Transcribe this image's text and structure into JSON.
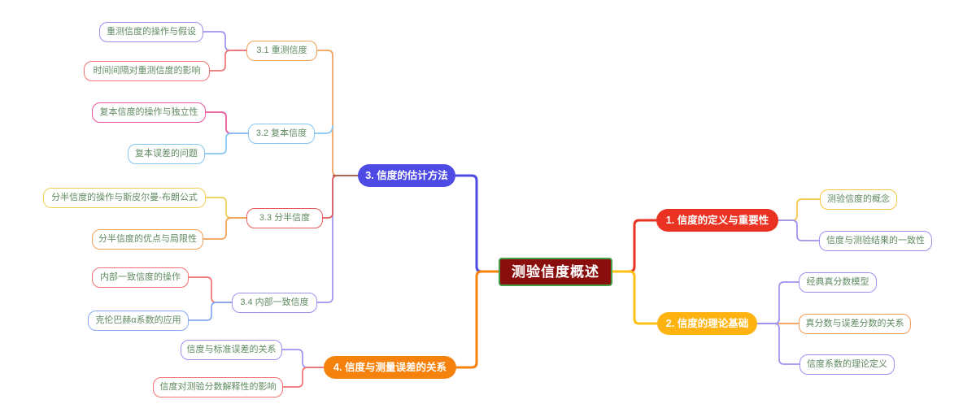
{
  "theme": {
    "background": "#ffffff",
    "topic_text": "#5f8a60",
    "branch_text": "#ffffff",
    "blend_stub": "#ad5c4e"
  },
  "central": {
    "label": "测验信度概述",
    "fill": "#8a0e0e",
    "border": "#43a047",
    "text": "#ffffff"
  },
  "branches": [
    {
      "label": "1. 信度的定义与重要性",
      "color": "#ea3223",
      "children": [
        {
          "label": "测验信度的概念",
          "color": "#f5c542"
        },
        {
          "label": "信度与测验结果的一致性",
          "color": "#9c92f0"
        }
      ]
    },
    {
      "label": "2. 信度的理论基础",
      "color": "#ffb310",
      "line_color": "#fdc013",
      "children": [
        {
          "label": "经典真分数模型",
          "color": "#9c92f0"
        },
        {
          "label": "真分数与误差分数的关系",
          "color": "#f59b56"
        },
        {
          "label": "信度系数的理论定义",
          "color": "#9c92f0"
        }
      ]
    },
    {
      "label": "3. 信度的估计方法",
      "color": "#4d4be4",
      "children": [
        {
          "label": "3.1 重测信度",
          "color": "#f2a05a",
          "children": [
            {
              "label": "重测信度的操作与假设",
              "color": "#9c92f0"
            },
            {
              "label": "时间间隔对重测信度的影响",
              "color": "#ef7272"
            }
          ]
        },
        {
          "label": "3.2 复本信度",
          "color": "#85c5f4",
          "children": [
            {
              "label": "复本信度的操作与独立性",
              "color": "#e8559f"
            },
            {
              "label": "复本误差的问题",
              "color": "#85c5f4"
            }
          ]
        },
        {
          "label": "3.3 分半信度",
          "color": "#e35b5b",
          "children": [
            {
              "label": "分半信度的操作与斯皮尔曼-布朗公式",
              "color": "#efd052"
            },
            {
              "label": "分半信度的优点与局限性",
              "color": "#f2a05a"
            }
          ]
        },
        {
          "label": "3.4 内部一致信度",
          "color": "#9c92f0",
          "children": [
            {
              "label": "内部一致信度的操作",
              "color": "#ef7272"
            },
            {
              "label": "克伦巴赫α系数的应用",
              "color": "#85a7f2"
            }
          ]
        }
      ]
    },
    {
      "label": "4. 信度与测量误差的关系",
      "color": "#f5820d",
      "children": [
        {
          "label": "信度与标准误差的关系",
          "color": "#9c92f0"
        },
        {
          "label": "信度对测验分数解释性的影响",
          "color": "#ef7272"
        }
      ]
    }
  ]
}
